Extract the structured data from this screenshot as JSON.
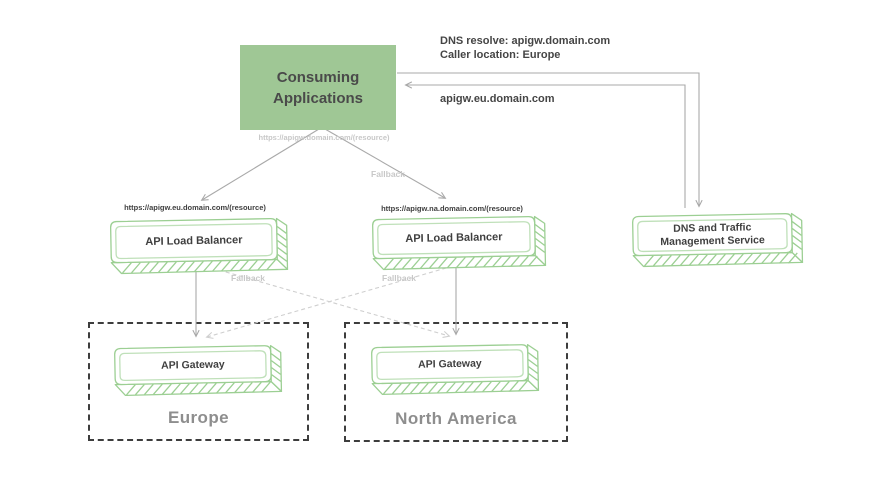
{
  "colors": {
    "app_box_fill": "#9fc795",
    "app_box_text": "#4a4a4a",
    "sketch_stroke": "#9ccf93",
    "node_text": "#3f3f3f",
    "connector": "#a9a9a9",
    "connector_light": "#cfcfcf",
    "muted_label": "#c8c8c8",
    "region_border": "#3d3d3d",
    "region_label": "#8e8e8e"
  },
  "nodes": {
    "consuming_apps": {
      "line1": "Consuming",
      "line2": "Applications"
    },
    "lb_eu": {
      "label": "API Load Balancer",
      "url": "https://apigw.eu.domain.com/(resource)"
    },
    "lb_na": {
      "label": "API Load Balancer",
      "url": "https://apigw.na.domain.com/(resource)"
    },
    "dns_service": {
      "line1": "DNS and Traffic",
      "line2": "Management Service"
    },
    "gw_eu": {
      "label": "API Gateway"
    },
    "gw_na": {
      "label": "API Gateway"
    }
  },
  "regions": {
    "europe": {
      "label": "Europe"
    },
    "north_america": {
      "label": "North America"
    }
  },
  "annotations": {
    "dns_request_line1": "DNS resolve: apigw.domain.com",
    "dns_request_line2": "Caller location: Europe",
    "dns_response": "apigw.eu.domain.com",
    "app_root_url": "https://apigw.domain.com/(resource)",
    "fallback_top": "Fallback",
    "fallback_left": "Fallback",
    "fallback_right": "Fallback"
  }
}
